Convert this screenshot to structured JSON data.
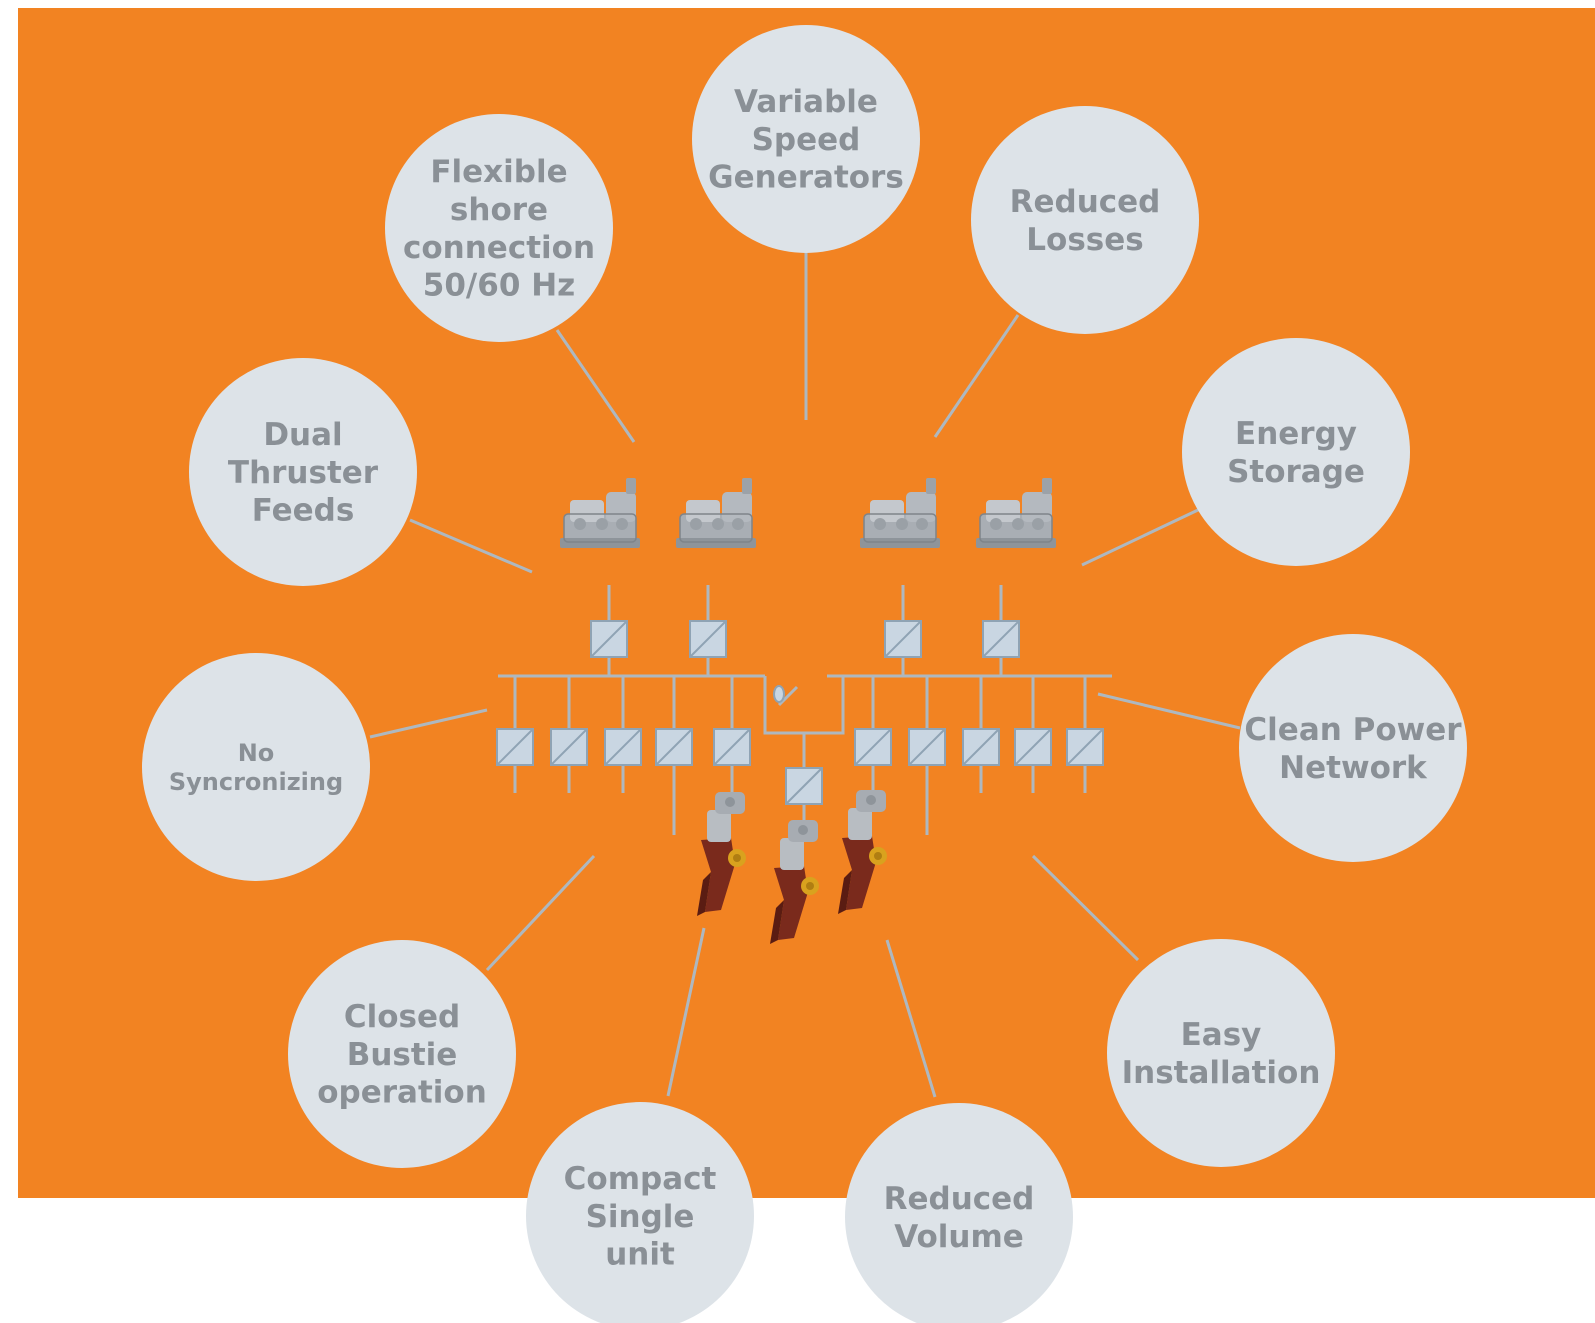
{
  "colors": {
    "background": "#F28322",
    "bubble": "#DDE3E8",
    "bubble_text": "#8A9096",
    "line": "#AEB8C0",
    "converter": "#C9D6E2",
    "converter_border": "#8FA3B4",
    "generator": "#B9BDC2",
    "thruster_body": "#7A2A1C",
    "thruster_fitting": "#D9A21E"
  },
  "icons": {
    "generator": "generator-icon",
    "converter": "power-converter-icon",
    "thruster": "thruster-icon",
    "bus_tie": "bus-tie-switch-icon"
  },
  "benefits": [
    {
      "id": "variable-speed-generators",
      "lines": [
        "Variable",
        "Speed",
        "Generators"
      ]
    },
    {
      "id": "flexible-shore-connection",
      "lines": [
        "Flexible",
        "shore",
        "connection",
        "50/60 Hz"
      ]
    },
    {
      "id": "reduced-losses",
      "lines": [
        "Reduced",
        "Losses"
      ]
    },
    {
      "id": "energy-storage",
      "lines": [
        "Energy",
        "Storage"
      ]
    },
    {
      "id": "dual-thruster-feeds",
      "lines": [
        "Dual",
        "Thruster",
        "Feeds"
      ]
    },
    {
      "id": "clean-power-network",
      "lines": [
        "Clean Power",
        "Network"
      ]
    },
    {
      "id": "no-syncronizing",
      "lines": [
        "No",
        "Syncronizing"
      ]
    },
    {
      "id": "closed-bustie-operation",
      "lines": [
        "Closed",
        "Bustie",
        "operation"
      ]
    },
    {
      "id": "easy-installation",
      "lines": [
        "Easy",
        "Installation"
      ]
    },
    {
      "id": "compact-single-unit",
      "lines": [
        "Compact",
        "Single",
        "unit"
      ]
    },
    {
      "id": "reduced-volume",
      "lines": [
        "Reduced",
        "Volume"
      ]
    }
  ]
}
